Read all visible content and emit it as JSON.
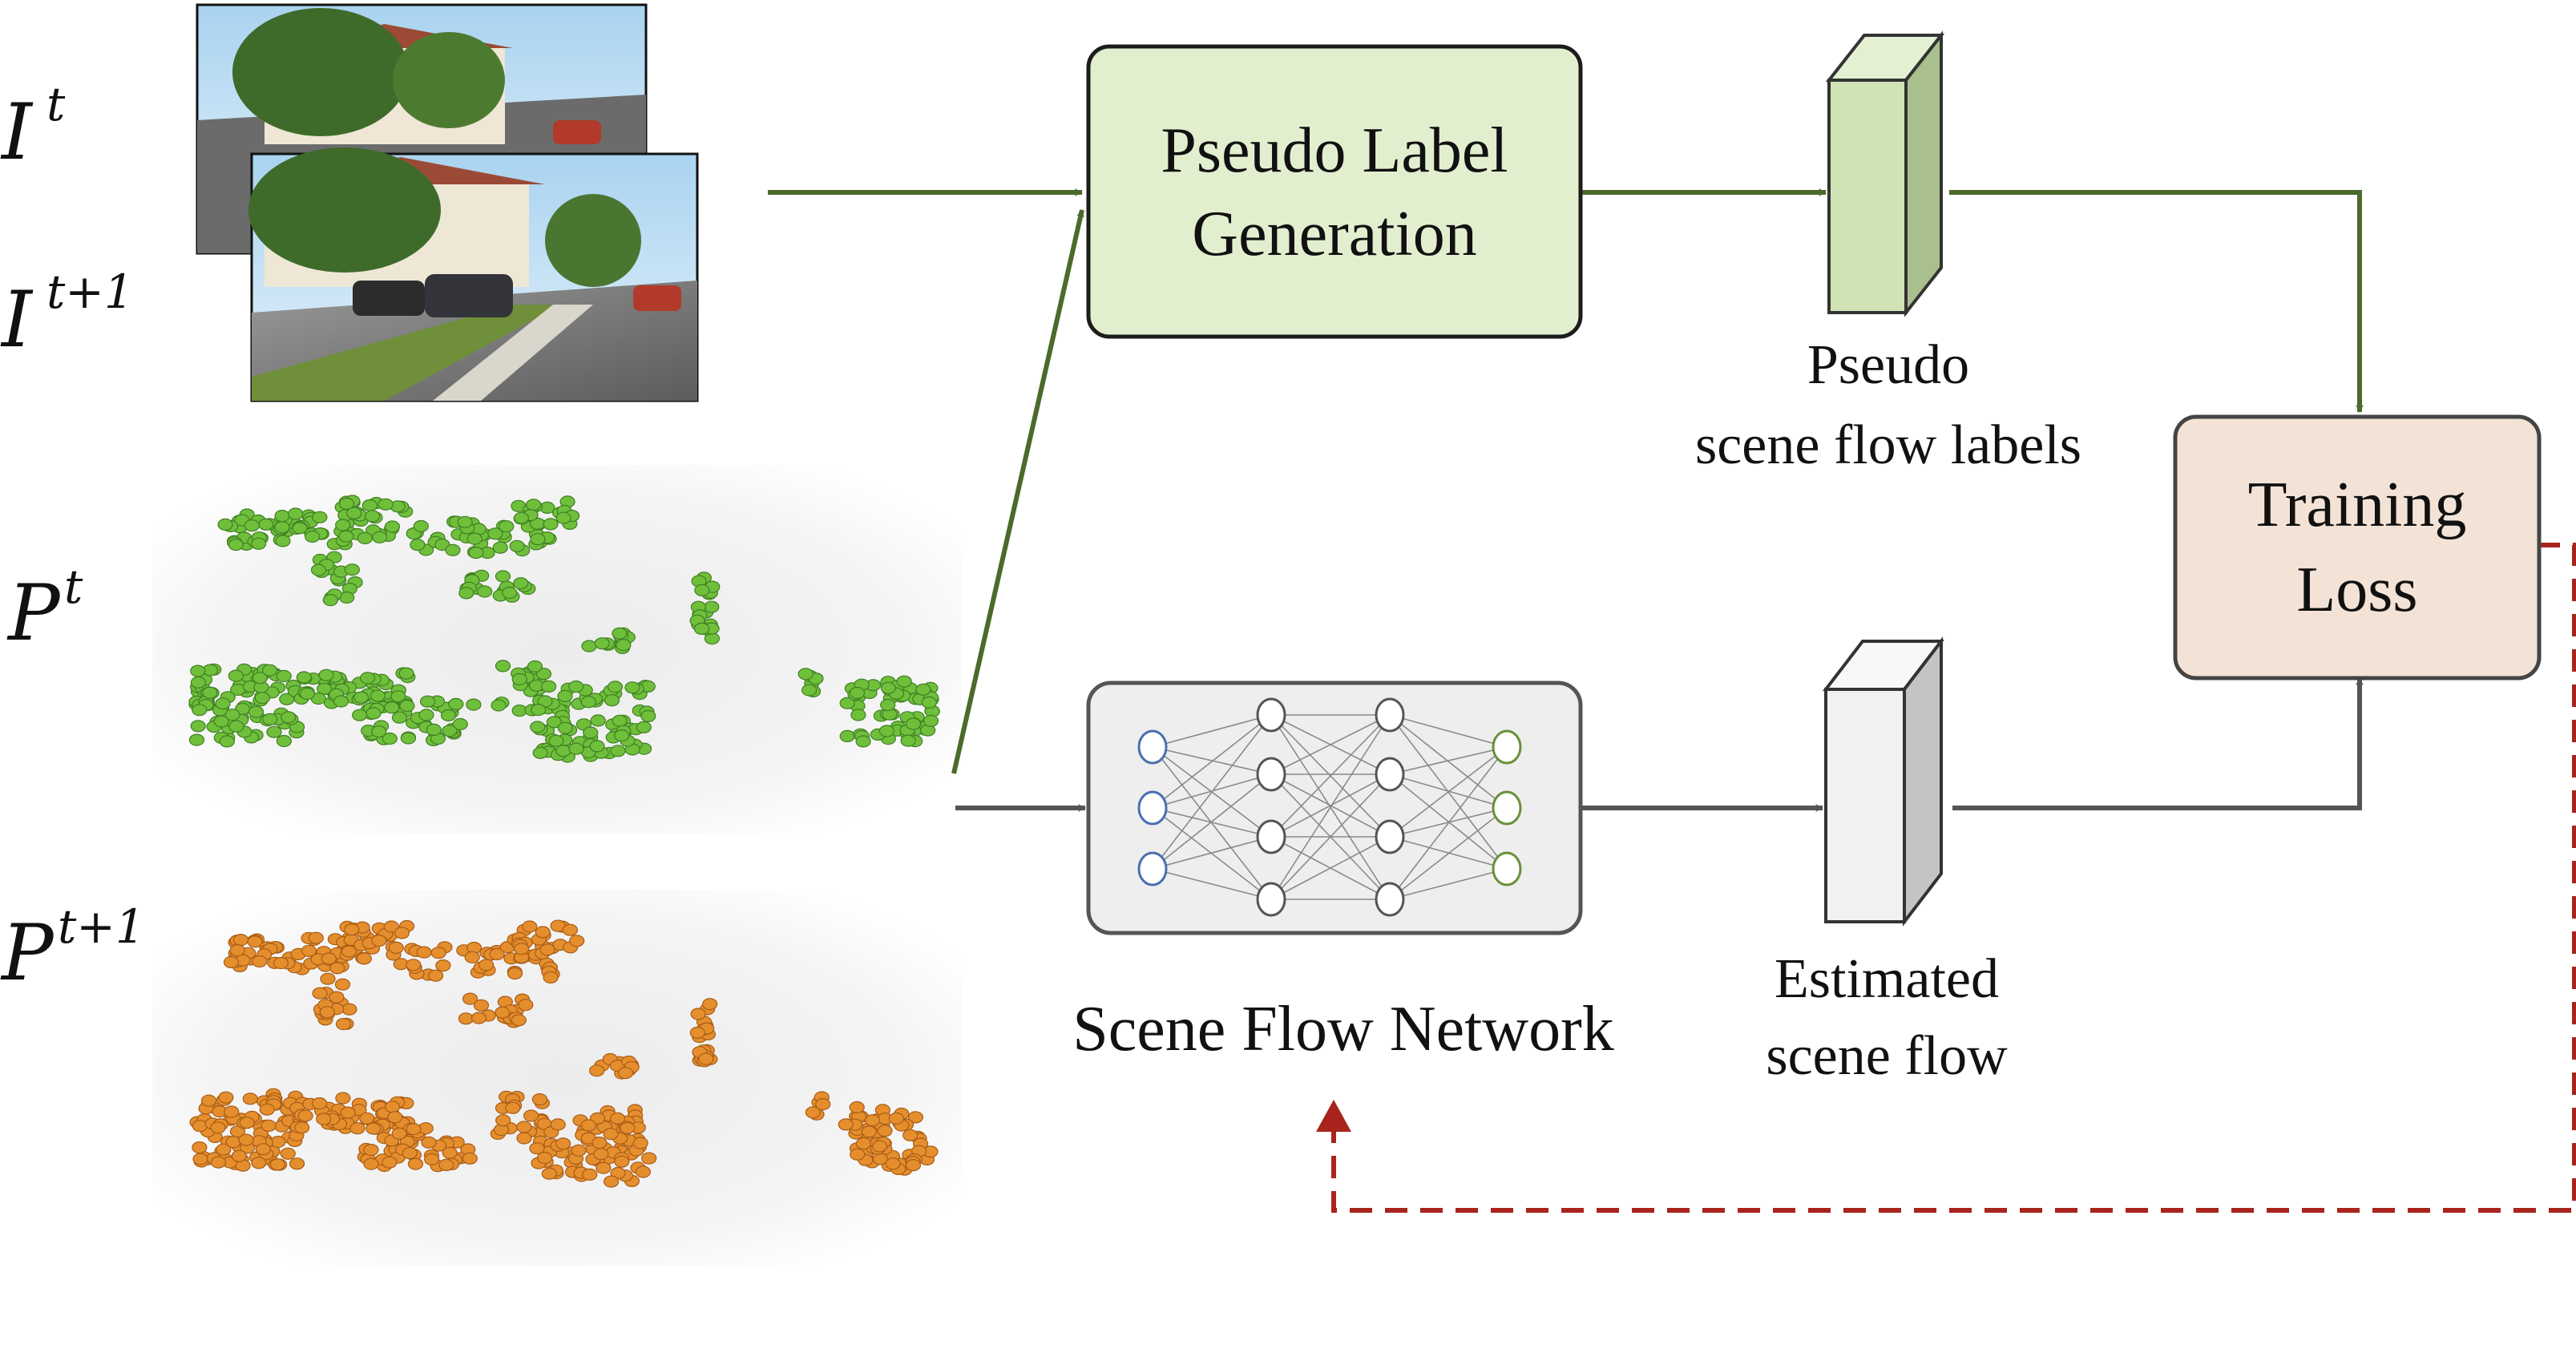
{
  "inputs": {
    "image_t": "I",
    "image_t_sup": "t",
    "image_t1": "I",
    "image_t1_sup": "t+1",
    "points_t": "P",
    "points_t_sup": "t",
    "points_t1": "P",
    "points_t1_sup": "t+1"
  },
  "blocks": {
    "pseudo_label": {
      "line1": "Pseudo Label",
      "line2": "Generation"
    },
    "training_loss": {
      "line1": "Training",
      "line2": "Loss"
    },
    "network_label": "Scene Flow Network"
  },
  "outputs": {
    "pseudo": {
      "line1": "Pseudo",
      "line2": "scene flow labels"
    },
    "estimated": {
      "line1": "Estimated",
      "line2": "scene flow"
    }
  },
  "colors": {
    "green_arrow": "#4b6a2c",
    "gray_arrow": "#555555",
    "red_dashed": "#a8241c",
    "pseudo_box_fill": "#e2efcf",
    "loss_box_fill": "#f3e3d6",
    "network_box_fill": "#eeeeee",
    "green_points": "#6fbf3b",
    "orange_points": "#e58e2d"
  }
}
